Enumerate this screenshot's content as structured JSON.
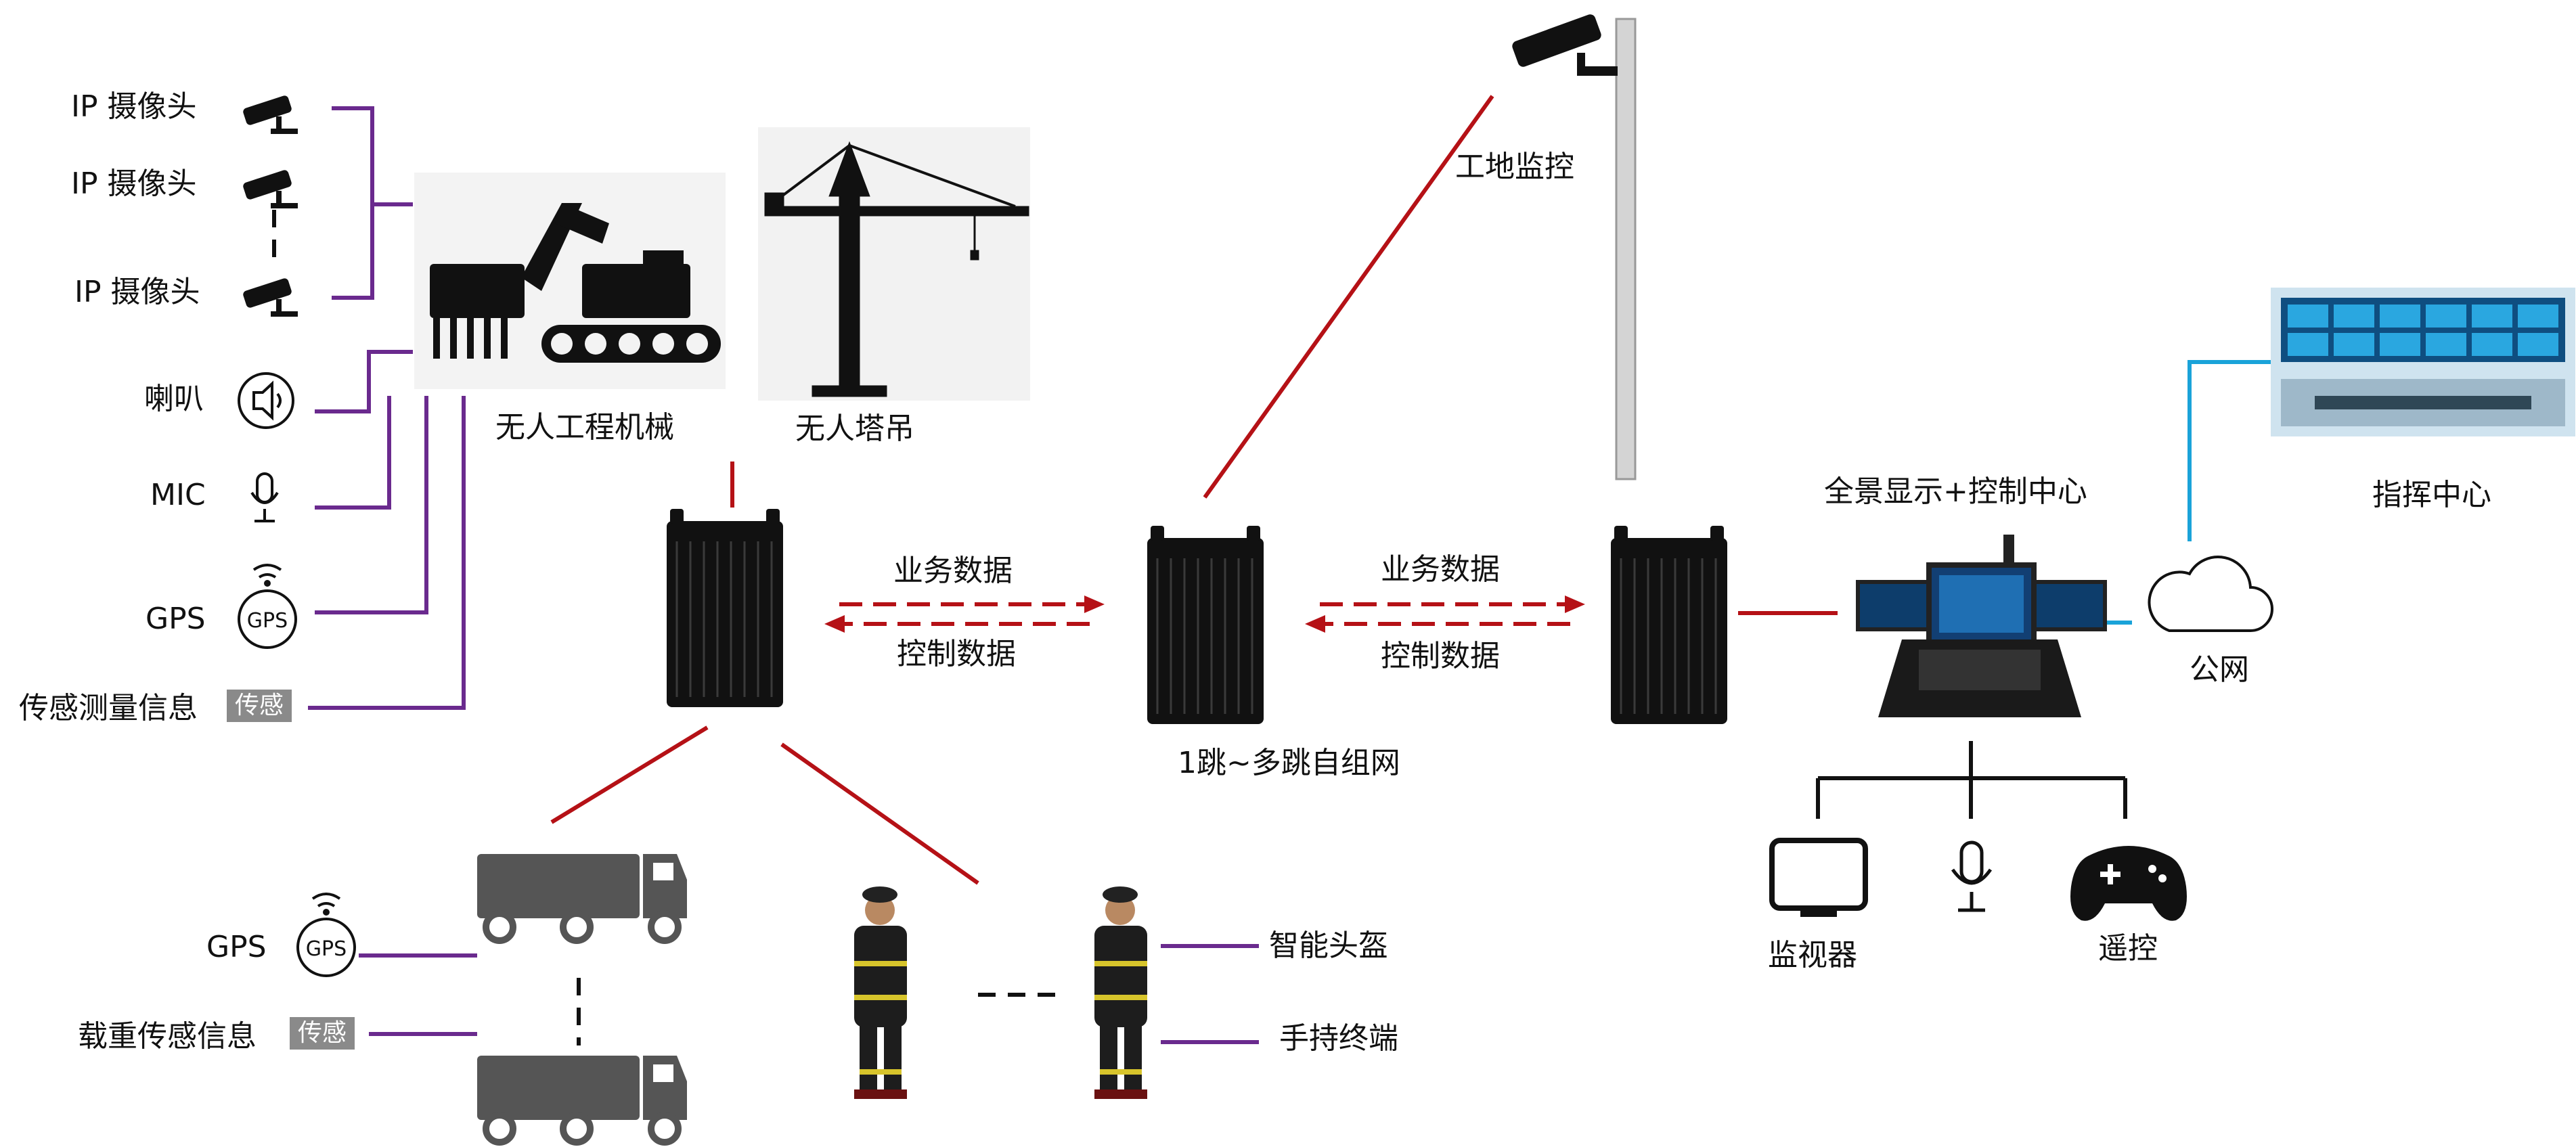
{
  "left_inputs": {
    "camera_1": "IP 摄像头",
    "camera_2": "IP 摄像头",
    "camera_3": "IP 摄像头",
    "speaker": "喇叭",
    "mic": "MIC",
    "gps": "GPS",
    "sensor_info": "传感测量信息",
    "sensor_tag": "传感"
  },
  "machines": {
    "unmanned_machinery": "无人工程机械",
    "unmanned_crane": "无人塔吊"
  },
  "links": {
    "business_data_1": "业务数据",
    "control_data_1": "控制数据",
    "business_data_2": "业务数据",
    "control_data_2": "控制数据",
    "mesh_label": "1跳~多跳自组网"
  },
  "site": {
    "monitoring": "工地监控"
  },
  "control": {
    "panorama": "全景显示+控制中心",
    "public_net": "公网",
    "command_center": "指挥中心",
    "monitor": "监视器",
    "remote": "遥控"
  },
  "trucks": {
    "gps": "GPS",
    "load_sensor": "载重传感信息",
    "sensor_tag": "传感"
  },
  "people": {
    "helmet": "智能头盔",
    "handheld": "手持终端"
  },
  "icons": {
    "gps_icon_text": "GPS"
  },
  "colors": {
    "purple": "#6a2a8e",
    "red": "#b51116",
    "blue": "#1aa3d9",
    "black": "#111111"
  }
}
